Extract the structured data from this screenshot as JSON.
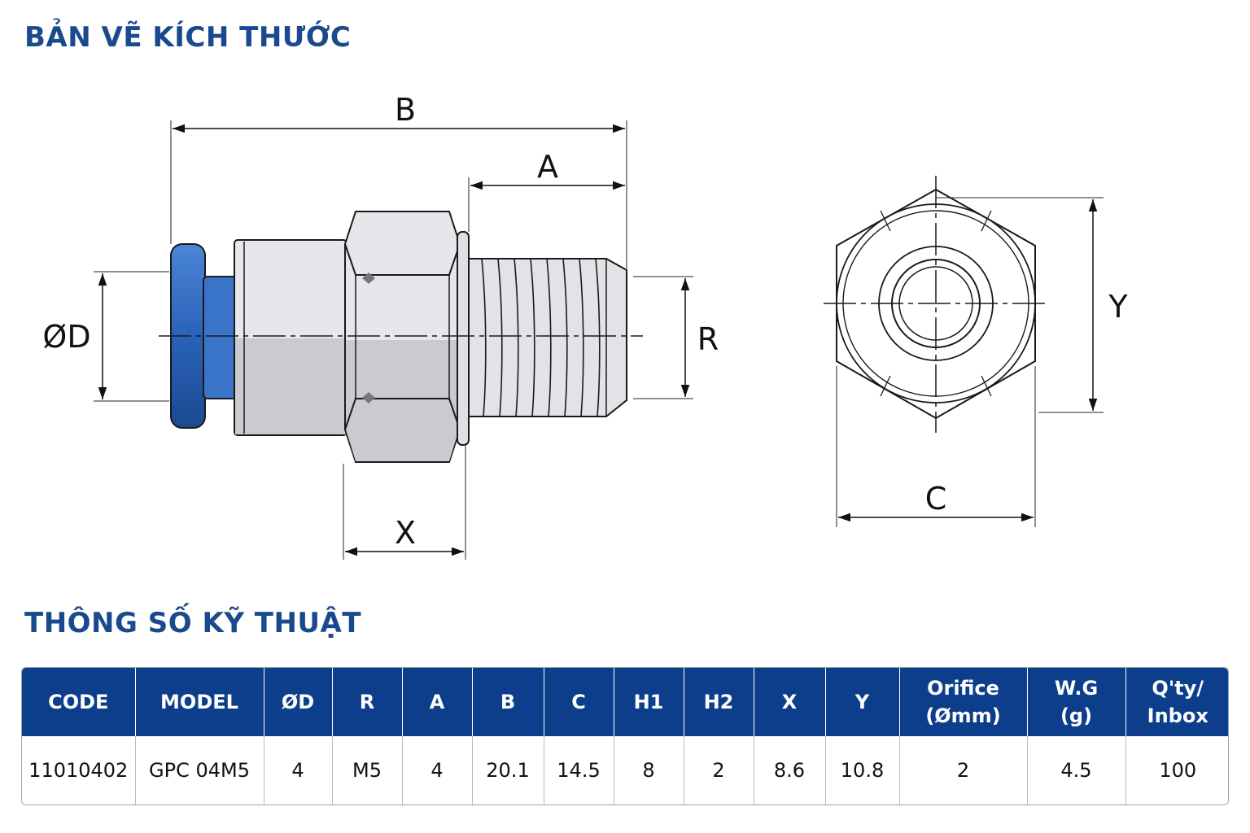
{
  "sections": {
    "drawing_title": "BẢN VẼ KÍCH THƯỚC",
    "specs_title": "THÔNG SỐ KỸ THUẬT"
  },
  "dimensions": {
    "b": "B",
    "a": "A",
    "od": "ØD",
    "r": "R",
    "x": "X",
    "y": "Y",
    "c": "C"
  },
  "table": {
    "headers": [
      [
        "CODE"
      ],
      [
        "MODEL"
      ],
      [
        "ØD"
      ],
      [
        "R"
      ],
      [
        "A"
      ],
      [
        "B"
      ],
      [
        "C"
      ],
      [
        "H1"
      ],
      [
        "H2"
      ],
      [
        "X"
      ],
      [
        "Y"
      ],
      [
        "Orifice",
        "(Ømm)"
      ],
      [
        "W.G",
        "(g)"
      ],
      [
        "Q'ty/",
        "Inbox"
      ]
    ],
    "rows": [
      [
        "11010402",
        "GPC 04M5",
        "4",
        "M5",
        "4",
        "20.1",
        "14.5",
        "8",
        "2",
        "8.6",
        "10.8",
        "2",
        "4.5",
        "100"
      ]
    ]
  },
  "colors": {
    "title": "#1a4a8e",
    "header_bg": "#0d3e8c",
    "collet_blue": "#2a62b8"
  }
}
